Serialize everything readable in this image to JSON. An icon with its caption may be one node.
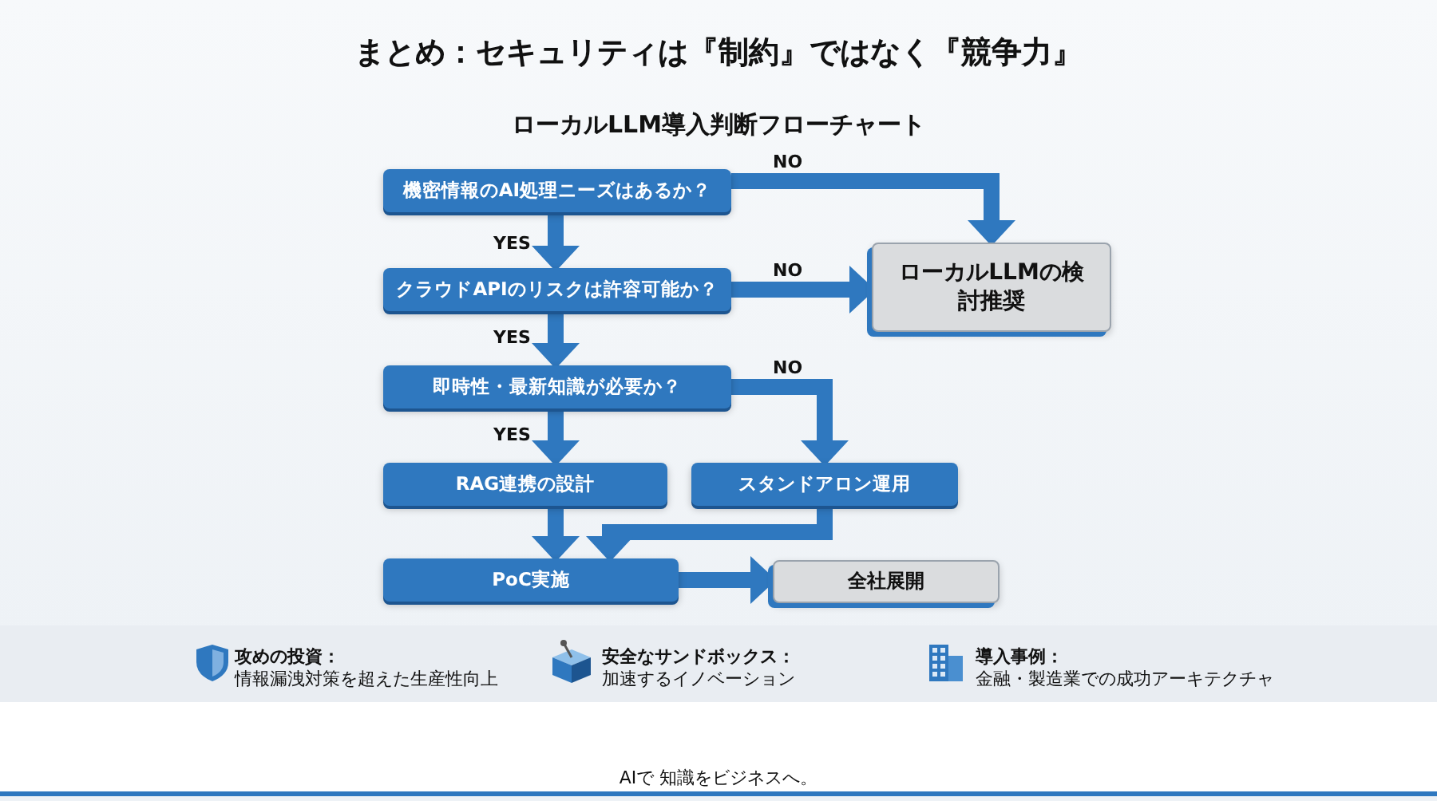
{
  "diagram": {
    "title": "まとめ：セキュリティは『制約』ではなく『競争力』",
    "nodes": [
      {
        "text": [
          "機密情報のAI処理ニーズはあるか？"
        ]
      },
      {
        "text": [
          "クラウドAPIのリスクは許容可能か？"
        ]
      },
      {
        "text": [
          "即時性・最新知識が必要か？"
        ]
      },
      {
        "text": [
          "ローカルLLMの検討推奨"
        ]
      },
      {
        "text": [
          "RAG連携の設計"
        ]
      },
      {
        "text": [
          "スタンドアロン運用"
        ]
      },
      {
        "text": [
          "PoC実施"
        ]
      },
      {
        "text": [
          "全社展開"
        ]
      }
    ],
    "edges": [
      {
        "from": 0,
        "to": 3,
        "arrow": "to",
        "label": "NO"
      },
      {
        "from": 0,
        "to": 1,
        "arrow": "to",
        "label": "YES"
      },
      {
        "from": 1,
        "to": 3,
        "arrow": "to",
        "label": "NO"
      },
      {
        "from": 1,
        "to": 2,
        "arrow": "to",
        "label": "YES"
      },
      {
        "from": 2,
        "to": 4,
        "arrow": "to",
        "label": "YES"
      },
      {
        "from": 2,
        "to": 5,
        "arrow": "to",
        "label": "NO"
      },
      {
        "from": 4,
        "to": 6,
        "arrow": "to"
      },
      {
        "from": 5,
        "to": 6,
        "arrow": "to"
      },
      {
        "from": 6,
        "to": 7,
        "arrow": "to"
      }
    ],
    "labels": [
      "ローカルLLM導入判断フローチャート",
      "攻めの投資：",
      "情報漏洩対策を超えた生産性向上",
      "安全なサンドボックス：",
      "加速するイノベーション",
      "導入事例：",
      "金融・製造業での成功アーキテクチャ",
      "AIで 知識をビジネスへ。"
    ]
  }
}
